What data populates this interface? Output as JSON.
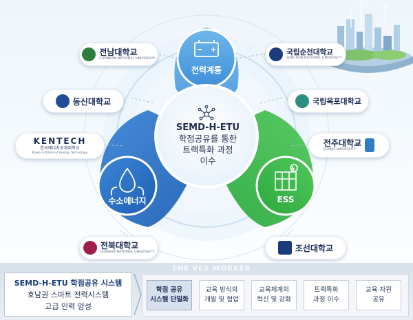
{
  "center": {
    "title": "SEMD-H-ETU",
    "line2": "학점공유를 통한",
    "line3": "트랙특화 과정",
    "line4": "이수"
  },
  "nodes": {
    "top": {
      "label": "전력계통",
      "color": "#4a9ee0"
    },
    "left": {
      "label": "수소에너지",
      "color": "#2f74c8"
    },
    "right": {
      "label": "ESS",
      "color": "#3bbf4a"
    }
  },
  "universities": {
    "chonnam": {
      "name": "전남대학교",
      "sub": "CHONNAM NATIONAL UNIVERSITY"
    },
    "dongshin": {
      "name": "동신대학교"
    },
    "kentech": {
      "name": "KENTECH",
      "sub1": "한국에너지공과대학교",
      "sub2": "Korea Institute of Energy Technology"
    },
    "jeonbuk": {
      "name": "전북대학교",
      "sub": "JEONBUK NATIONAL UNIVERSITY"
    },
    "sunchon": {
      "name": "국립순천대학교",
      "sub": "SUNCHON NATIONAL UNIVERSITY"
    },
    "mokpo": {
      "name": "국립목포대학교"
    },
    "jeonju": {
      "name": "전주대학교",
      "sub": "JEONJU UNIVERSITY"
    },
    "chosun": {
      "name": "조선대학교"
    }
  },
  "summary": {
    "line1": "SEMD-H-ETU 학점공유 시스템",
    "line2": "호남권 스마트 전력시스템",
    "line3": "고급 인력 양성"
  },
  "steps": [
    {
      "line1": "학점 공유",
      "line2": "시스템 단일화"
    },
    {
      "line1": "교육 방식의",
      "line2": "개발 및 협업"
    },
    {
      "line1": "교육체계의",
      "line2": "혁신 및 강화"
    },
    {
      "line1": "트랙특화",
      "line2": "과정 이수"
    },
    {
      "line1": "교육 자원",
      "line2": "공유"
    }
  ],
  "watermark": "THE VES WORKER",
  "colors": {
    "accent_dark": "#1b2b55",
    "blue": "#2f74c8",
    "green": "#3bbf4a",
    "sky": "#4a9ee0"
  }
}
